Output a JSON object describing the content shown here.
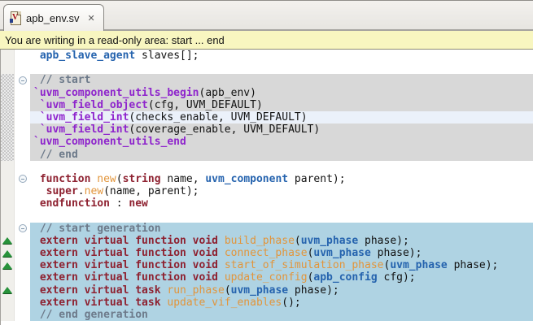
{
  "tab": {
    "title": "apb_env.sv",
    "icon": "systemverilog-file-icon",
    "close_glyph": "✕"
  },
  "banner": {
    "text": "You are writing in a read-only area: start ... end"
  },
  "colors": {
    "keyword": "#8E2130",
    "macro": "#8E24CC",
    "type": "#2563AE",
    "method": "#E2953B",
    "comment": "#6D7A8A",
    "gray_block": "#D8D8D8",
    "blue_block": "#AFD3E3",
    "highlight_line": "#EBF1FA",
    "banner_bg": "#F8F6C0",
    "triangle_green": "#27923B"
  },
  "code": {
    "lines": [
      {
        "tokens": [
          {
            "c": "pl",
            "t": " "
          },
          {
            "c": "typ",
            "t": "apb_slave_agent"
          },
          {
            "c": "pl",
            "t": " slaves[];"
          }
        ]
      },
      {
        "tokens": []
      },
      {
        "block": "gray",
        "hatch": true,
        "fold": true,
        "tokens": [
          {
            "c": "com",
            "t": " // start"
          }
        ]
      },
      {
        "block": "gray",
        "hatch": true,
        "tokens": [
          {
            "c": "mac",
            "t": "`uvm_component_utils_begin"
          },
          {
            "c": "pl",
            "t": "(apb_env)"
          }
        ]
      },
      {
        "block": "gray",
        "hatch": true,
        "tokens": [
          {
            "c": "pl",
            "t": " "
          },
          {
            "c": "mac",
            "t": "`uvm_field_object"
          },
          {
            "c": "pl",
            "t": "(cfg, UVM_DEFAULT)"
          }
        ]
      },
      {
        "block": "gray",
        "hatch": true,
        "hl": true,
        "tokens": [
          {
            "c": "pl",
            "t": " "
          },
          {
            "c": "mac",
            "t": "`uvm_field_int"
          },
          {
            "c": "pl",
            "t": "(checks_enable, UVM_DEFAULT)"
          }
        ]
      },
      {
        "block": "gray",
        "hatch": true,
        "tokens": [
          {
            "c": "pl",
            "t": " "
          },
          {
            "c": "mac",
            "t": "`uvm_field_int"
          },
          {
            "c": "pl",
            "t": "(coverage_enable, UVM_DEFAULT)"
          }
        ]
      },
      {
        "block": "gray",
        "hatch": true,
        "tokens": [
          {
            "c": "mac",
            "t": "`uvm_component_utils_end"
          }
        ]
      },
      {
        "block": "gray",
        "hatch": true,
        "tokens": [
          {
            "c": "com",
            "t": " // end"
          }
        ]
      },
      {
        "tokens": []
      },
      {
        "fold": true,
        "tokens": [
          {
            "c": "pl",
            "t": " "
          },
          {
            "c": "kw",
            "t": "function"
          },
          {
            "c": "pl",
            "t": " "
          },
          {
            "c": "fn",
            "t": "new"
          },
          {
            "c": "pl",
            "t": "("
          },
          {
            "c": "kw",
            "t": "string"
          },
          {
            "c": "pl",
            "t": " name, "
          },
          {
            "c": "typ",
            "t": "uvm_component"
          },
          {
            "c": "pl",
            "t": " parent);"
          }
        ]
      },
      {
        "tokens": [
          {
            "c": "pl",
            "t": "  "
          },
          {
            "c": "kw",
            "t": "super"
          },
          {
            "c": "pl",
            "t": "."
          },
          {
            "c": "fn",
            "t": "new"
          },
          {
            "c": "pl",
            "t": "(name, parent);"
          }
        ]
      },
      {
        "tokens": [
          {
            "c": "pl",
            "t": " "
          },
          {
            "c": "kw",
            "t": "endfunction"
          },
          {
            "c": "pl",
            "t": " : "
          },
          {
            "c": "kw",
            "t": "new"
          }
        ]
      },
      {
        "tokens": []
      },
      {
        "block": "blue",
        "fold": true,
        "tokens": [
          {
            "c": "com",
            "t": " // start generation"
          }
        ]
      },
      {
        "block": "blue",
        "tri": true,
        "tokens": [
          {
            "c": "pl",
            "t": " "
          },
          {
            "c": "kw",
            "t": "extern virtual function void"
          },
          {
            "c": "pl",
            "t": " "
          },
          {
            "c": "fn",
            "t": "build_phase"
          },
          {
            "c": "pl",
            "t": "("
          },
          {
            "c": "typ",
            "t": "uvm_phase"
          },
          {
            "c": "pl",
            "t": " phase);"
          }
        ]
      },
      {
        "block": "blue",
        "tri": true,
        "tokens": [
          {
            "c": "pl",
            "t": " "
          },
          {
            "c": "kw",
            "t": "extern virtual function void"
          },
          {
            "c": "pl",
            "t": " "
          },
          {
            "c": "fn",
            "t": "connect_phase"
          },
          {
            "c": "pl",
            "t": "("
          },
          {
            "c": "typ",
            "t": "uvm_phase"
          },
          {
            "c": "pl",
            "t": " phase);"
          }
        ]
      },
      {
        "block": "blue",
        "tri": true,
        "tokens": [
          {
            "c": "pl",
            "t": " "
          },
          {
            "c": "kw",
            "t": "extern virtual function void"
          },
          {
            "c": "pl",
            "t": " "
          },
          {
            "c": "fn",
            "t": "start_of_simulation_phase"
          },
          {
            "c": "pl",
            "t": "("
          },
          {
            "c": "typ",
            "t": "uvm_phase"
          },
          {
            "c": "pl",
            "t": " phase);"
          }
        ]
      },
      {
        "block": "blue",
        "tokens": [
          {
            "c": "pl",
            "t": " "
          },
          {
            "c": "kw",
            "t": "extern virtual function void"
          },
          {
            "c": "pl",
            "t": " "
          },
          {
            "c": "fn",
            "t": "update_config"
          },
          {
            "c": "pl",
            "t": "("
          },
          {
            "c": "typ",
            "t": "apb_config"
          },
          {
            "c": "pl",
            "t": " cfg);"
          }
        ]
      },
      {
        "block": "blue",
        "tri": true,
        "tokens": [
          {
            "c": "pl",
            "t": " "
          },
          {
            "c": "kw",
            "t": "extern virtual task"
          },
          {
            "c": "pl",
            "t": " "
          },
          {
            "c": "fn",
            "t": "run_phase"
          },
          {
            "c": "pl",
            "t": "("
          },
          {
            "c": "typ",
            "t": "uvm_phase"
          },
          {
            "c": "pl",
            "t": " phase);"
          }
        ]
      },
      {
        "block": "blue",
        "tokens": [
          {
            "c": "pl",
            "t": " "
          },
          {
            "c": "kw",
            "t": "extern virtual task"
          },
          {
            "c": "pl",
            "t": " "
          },
          {
            "c": "fn",
            "t": "update_vif_enables"
          },
          {
            "c": "pl",
            "t": "();"
          }
        ]
      },
      {
        "block": "blue",
        "tokens": [
          {
            "c": "com",
            "t": " // end generation"
          }
        ]
      }
    ]
  }
}
